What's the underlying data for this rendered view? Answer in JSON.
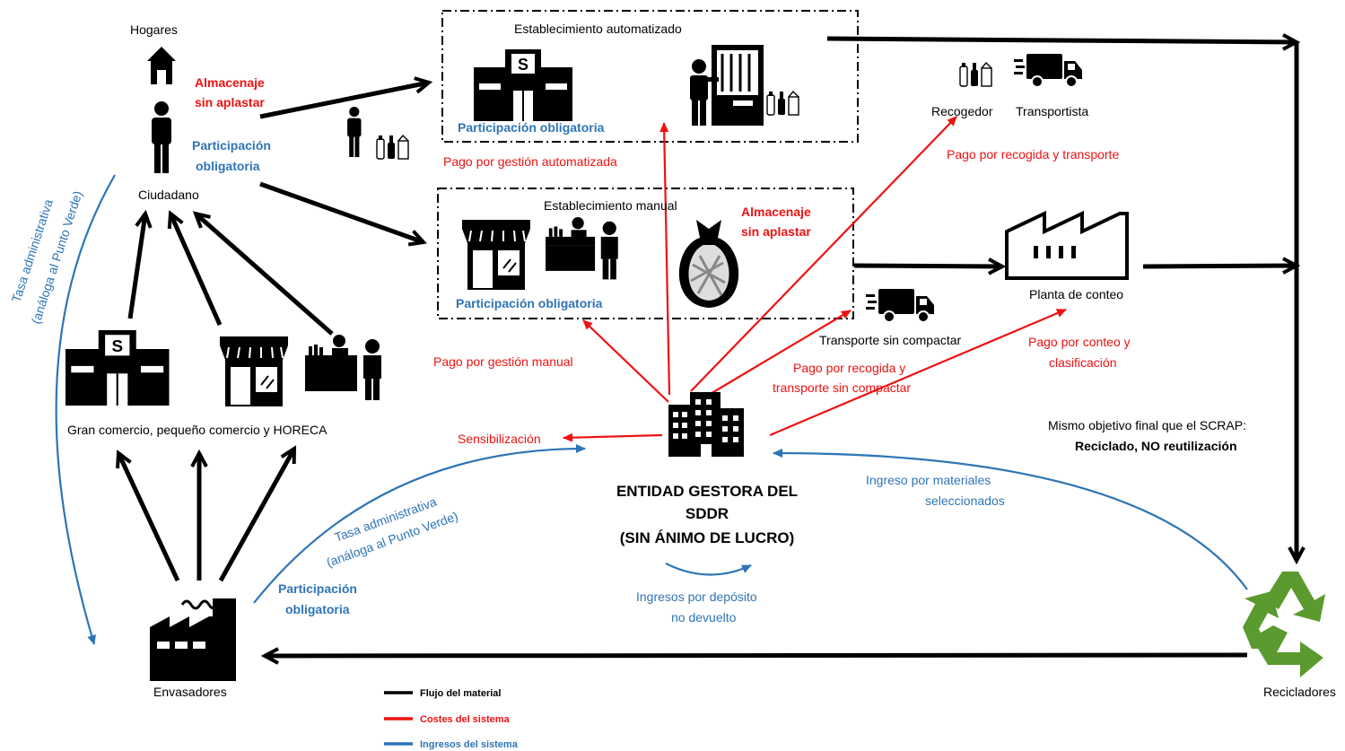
{
  "colors": {
    "material": "#000000",
    "costs": "#ee1111",
    "income": "#2e75b6",
    "recycle": "#5a9a2e"
  },
  "actors": {
    "hogares": "Hogares",
    "ciudadano": "Ciudadano",
    "comercio": "Gran comercio, pequeño comercio y HORECA",
    "envasadores": "Envasadores",
    "est_auto": "Establecimiento automatizado",
    "est_manual": "Establecimiento manual",
    "recogedor": "Recogedor",
    "transportista": "Transportista",
    "planta": "Planta de conteo",
    "transporte_sin_compactar": "Transporte sin compactar",
    "recicladores": "Recicladores",
    "entidad_l1": "ENTIDAD GESTORA DEL",
    "entidad_l2": "SDDR",
    "entidad_l3": "(SIN ÁNIMO DE LUCRO)"
  },
  "notes": {
    "alm_ciud_1": "Almacenaje",
    "alm_ciud_2": "sin aplastar",
    "part_ciud_1": "Participación",
    "part_ciud_2": "obligatoria",
    "part_auto": "Participación obligatoria",
    "part_manual": "Participación obligatoria",
    "alm_man_1": "Almacenaje",
    "alm_man_2": "sin aplastar",
    "part_env_1": "Participación",
    "part_env_2": "obligatoria",
    "objetivo_1": "Mismo objetivo final que el SCRAP:",
    "objetivo_2": "Reciclado, NO reutilización"
  },
  "costs": {
    "gestion_auto": "Pago por gestión automatizada",
    "gestion_manual": "Pago por gestión manual",
    "recogida": "Pago por recogida y transporte",
    "recogida_sc_1": "Pago por recogida y",
    "recogida_sc_2": "transporte sin compactar",
    "conteo_1": "Pago por conteo y",
    "conteo_2": "clasificación",
    "sensibilizacion": "Sensibilización"
  },
  "income": {
    "tasa_izq_1": "Tasa administrativa",
    "tasa_izq_2": "(análoga al Punto Verde)",
    "tasa_env_1": "Tasa administrativa",
    "tasa_env_2": "(análoga al Punto Verde)",
    "materiales_1": "Ingreso por materiales",
    "materiales_2": "seleccionados",
    "deposito_1": "Ingresos por depósito",
    "deposito_2": "no devuelto"
  },
  "legend": {
    "material": "Flujo del material",
    "costs": "Costes del sistema",
    "income": "Ingresos del sistema"
  }
}
